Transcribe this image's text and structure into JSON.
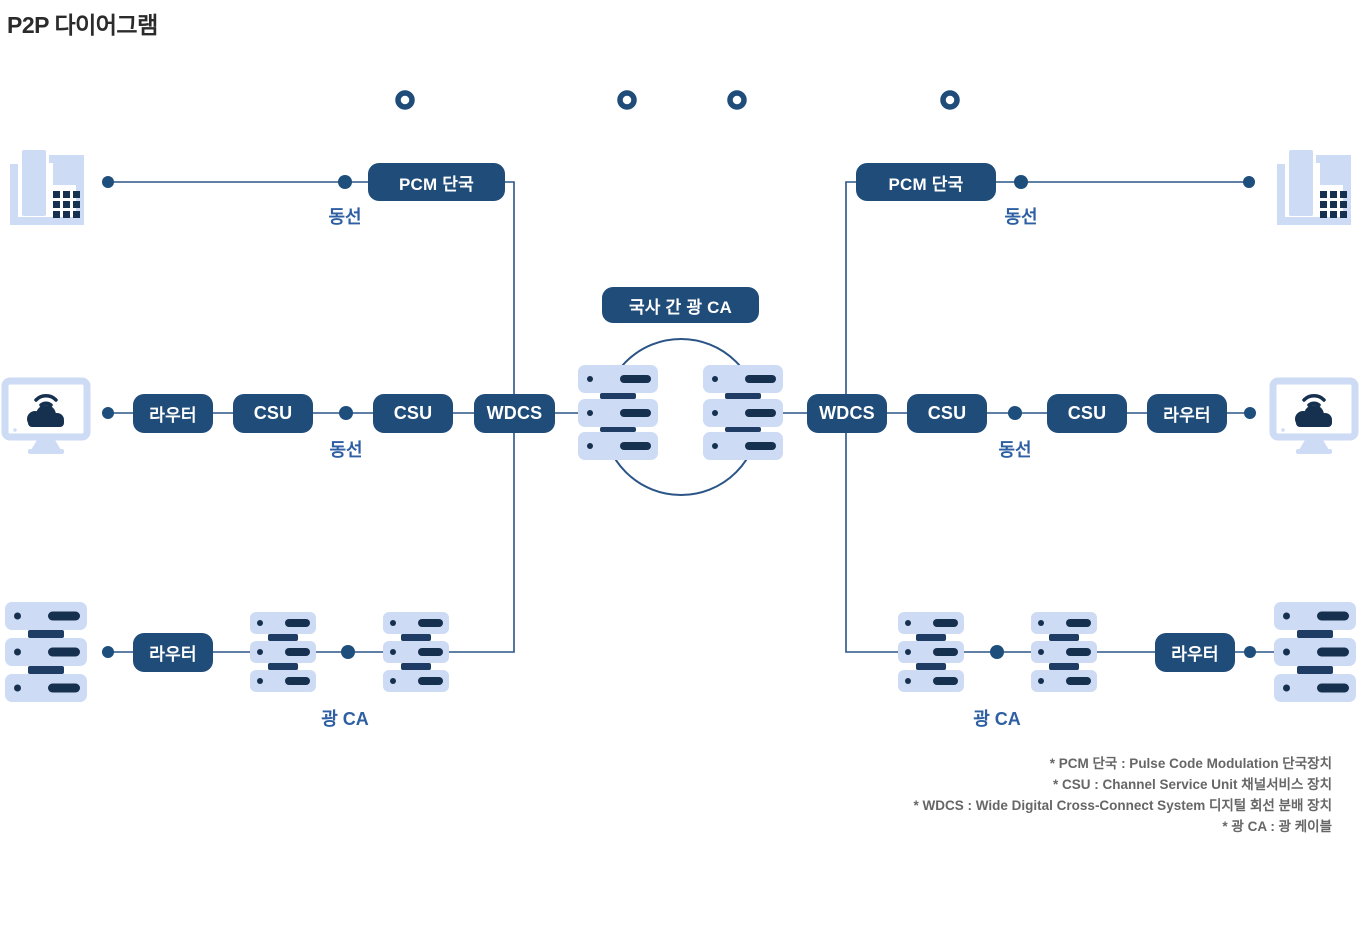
{
  "title": "P2P 다이어그램",
  "nodes": {
    "pcm": "PCM 단국",
    "router": "라우터",
    "csu": "CSU",
    "wdcs": "WDCS",
    "core_ca": "국사 간 광 CA"
  },
  "labels": {
    "copper": "동선",
    "optical_ca": "광 CA"
  },
  "footnotes": [
    "* PCM 단국 : Pulse Code Modulation 단국장치",
    "* CSU : Channel Service Unit 채널서비스 장치",
    "* WDCS : Wide Digital Cross-Connect System 디지털 회선 분배 장치",
    "* 광 CA : 광 케이블"
  ],
  "icons": {
    "telephone": "phone-icon",
    "computer_cloud": "monitor-icon",
    "server_rack": "server-stack-icon",
    "node_marker": "ring-marker-icon"
  },
  "colors": {
    "box_navy": "#1F4C78",
    "device_dark": "#16304F",
    "device_light": "#CDDBF5",
    "line_blue": "#2A5586",
    "label_blue": "#2E5FA3",
    "footnote_gray": "#666666",
    "title_dark": "#2B2B2B"
  }
}
